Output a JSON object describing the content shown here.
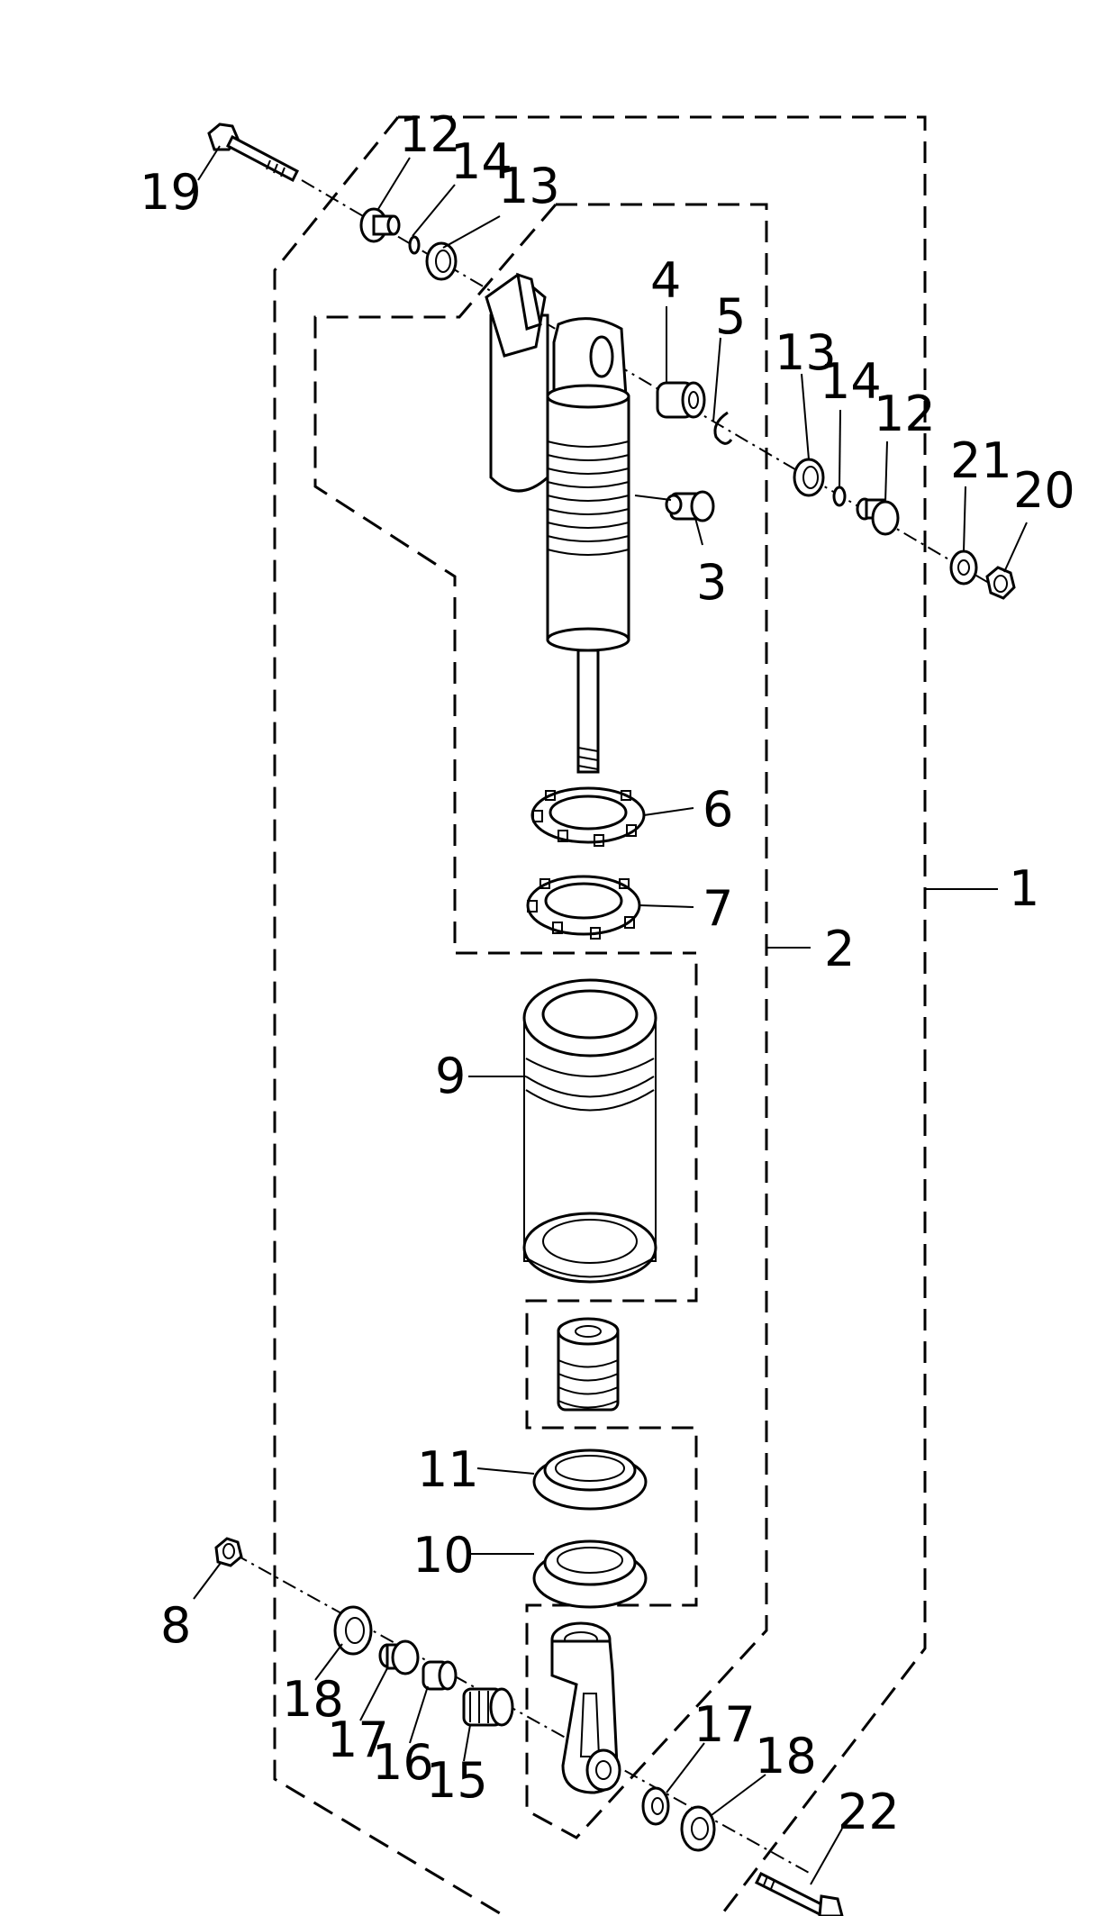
{
  "diagram": {
    "callouts": {
      "c1": "1",
      "c2": "2",
      "c3": "3",
      "c4": "4",
      "c5": "5",
      "c6": "6",
      "c7": "7",
      "c8": "8",
      "c9": "9",
      "c10": "10",
      "c11": "11",
      "c12a": "12",
      "c12b": "12",
      "c13a": "13",
      "c13b": "13",
      "c14a": "14",
      "c14b": "14",
      "c15": "15",
      "c16": "16",
      "c17a": "17",
      "c17b": "17",
      "c18a": "18",
      "c18b": "18",
      "c19": "19",
      "c20": "20",
      "c21": "21",
      "c22": "22"
    }
  }
}
